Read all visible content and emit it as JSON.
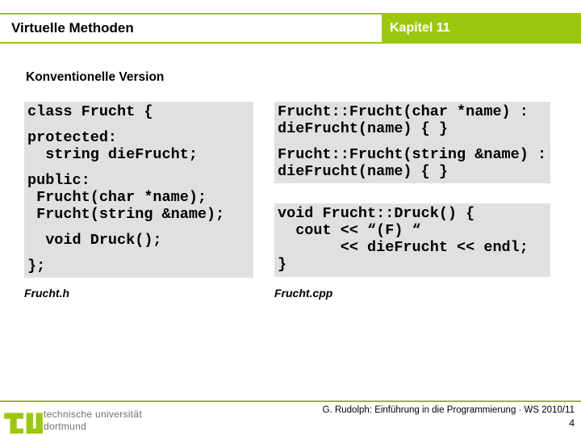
{
  "slide": {
    "title": "Virtuelle Methoden",
    "chapter": "Kapitel 11",
    "subtitle": "Konventionelle Version"
  },
  "code_blocks": {
    "header_file": {
      "label": "Frucht.h",
      "lines": [
        "class Frucht {",
        "",
        "protected:",
        "  string dieFrucht;",
        "",
        "public:",
        " Frucht(char *name);",
        " Frucht(string &name);",
        "",
        "  void Druck();",
        "",
        "};"
      ]
    },
    "impl_constructors": {
      "lines": [
        "Frucht::Frucht(char *name) :",
        "dieFrucht(name) { }",
        "",
        "Frucht::Frucht(string &name) :",
        "dieFrucht(name) { }"
      ]
    },
    "impl_druck": {
      "label": "Frucht.cpp",
      "lines": [
        "void Frucht::Druck() {",
        "  cout << “(F) “",
        "       << dieFrucht << endl;",
        "}"
      ]
    }
  },
  "footer": {
    "university_line1": "technische universität",
    "university_line2": "dortmund",
    "course_info": "G. Rudolph: Einführung in die Programmierung · WS 2010/11",
    "page_number": "4"
  },
  "colors": {
    "accent_green": "#9BC70F",
    "footer_rule_green": "#9FB32C",
    "code_background": "#E0E0E0"
  }
}
